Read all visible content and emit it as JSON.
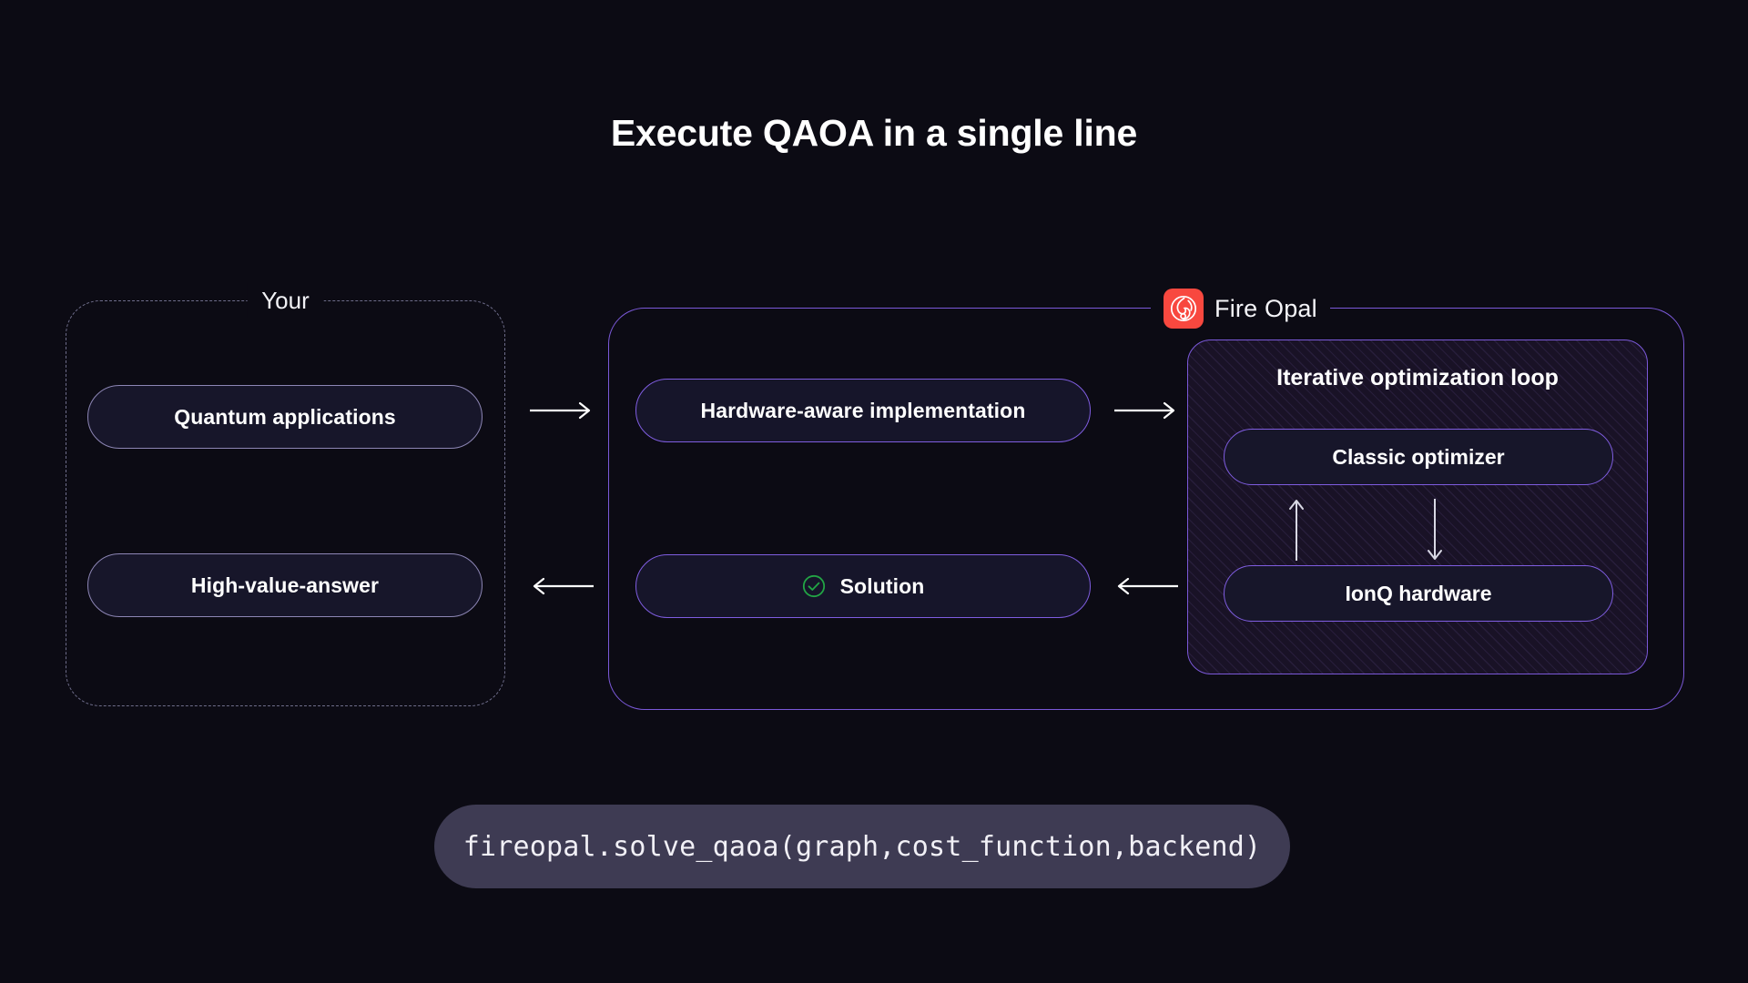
{
  "page": {
    "title": "Execute QAOA in a single line",
    "background_color": "#0c0b14"
  },
  "colors": {
    "background": "#0c0b14",
    "accent_purple": "#7b59d9",
    "muted_border": "#8d86b5",
    "dashed_border": "#6e6d8a",
    "brand_red": "#f8483f",
    "success_green": "#22a545",
    "pill_fill": "#17162a",
    "code_bar_fill": "#3e3b53",
    "loop_panel_fill": "#191226",
    "text_primary": "#ffffff"
  },
  "user_group": {
    "label": "Your",
    "border_style": "dashed",
    "items": [
      {
        "label": "Quantum applications"
      },
      {
        "label": "High-value-answer"
      }
    ]
  },
  "fireopal_group": {
    "label": "Fire Opal",
    "logo_icon": "fire-opal-logo-icon",
    "items": [
      {
        "label": "Hardware-aware implementation",
        "icon": null
      },
      {
        "label": "Solution",
        "icon": "check-circle-icon"
      }
    ]
  },
  "loop_panel": {
    "title": "Iterative optimization loop",
    "items": [
      {
        "label": "Classic optimizer"
      },
      {
        "label": "IonQ hardware"
      }
    ],
    "arrows": [
      {
        "name": "arrow-up",
        "direction": "up"
      },
      {
        "name": "arrow-down",
        "direction": "down"
      }
    ]
  },
  "flow_arrows": [
    {
      "name": "arrow-to-fireopal",
      "direction": "right"
    },
    {
      "name": "arrow-to-loop",
      "direction": "right"
    },
    {
      "name": "arrow-from-loop",
      "direction": "left"
    },
    {
      "name": "arrow-to-user",
      "direction": "left"
    }
  ],
  "code_bar": {
    "code": "fireopal.solve_qaoa(graph,cost_function,backend)"
  }
}
